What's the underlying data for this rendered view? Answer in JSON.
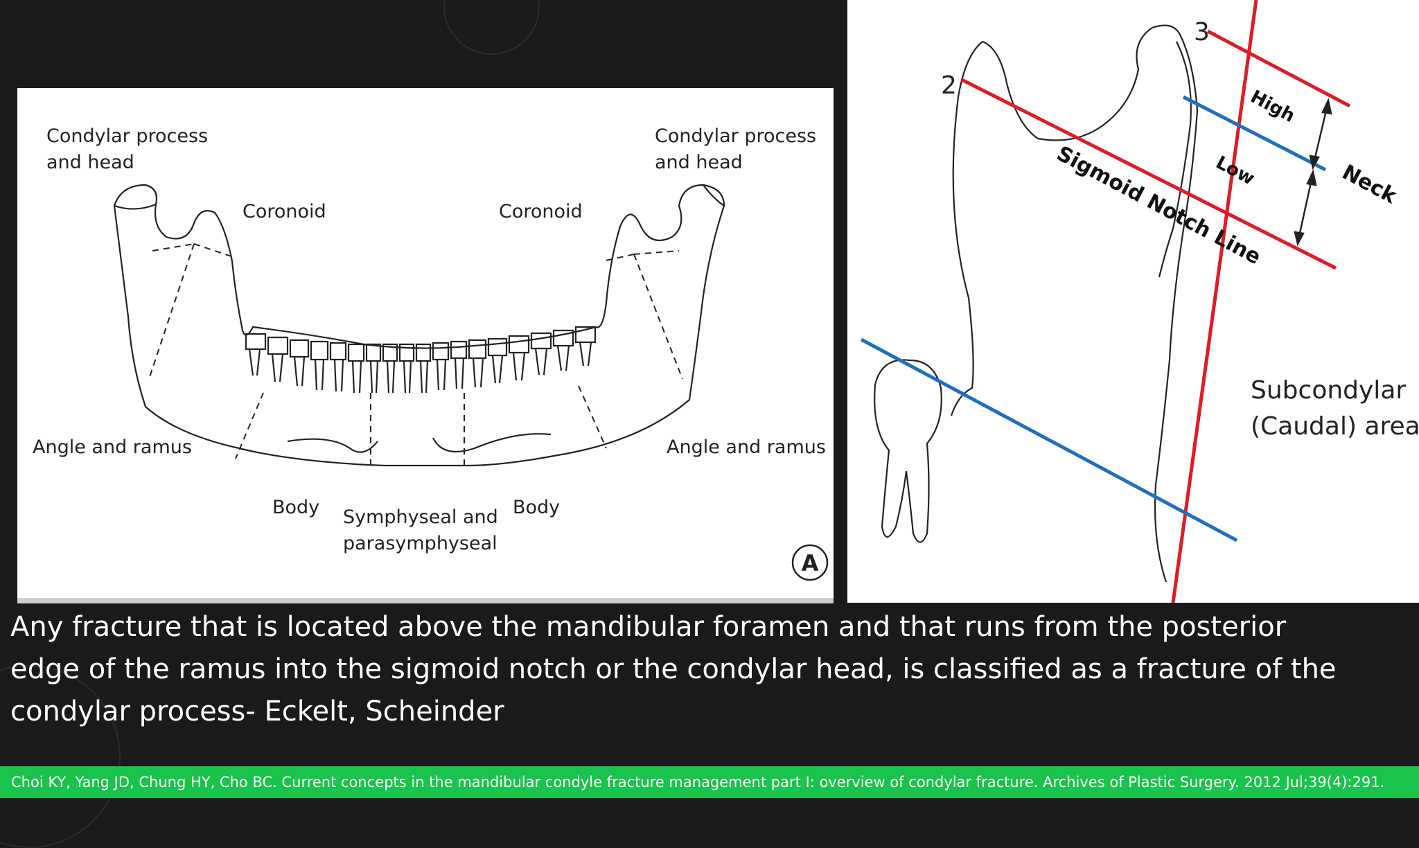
{
  "left_diagram": {
    "labels": {
      "condylar_left": [
        "Condylar process",
        "and head"
      ],
      "condylar_right": [
        "Condylar process",
        "and head"
      ],
      "coronoid_left": "Coronoid",
      "coronoid_right": "Coronoid",
      "angle_left": "Angle and ramus",
      "angle_right": "Angle and ramus",
      "body_left": "Body",
      "body_right": "Body",
      "symphyseal": [
        "Symphyseal and",
        "parasymphyseal"
      ],
      "panel_letter": "A"
    }
  },
  "right_diagram": {
    "labels": {
      "number_2": "2",
      "number_3": "3",
      "high": "High",
      "low": "Low",
      "neck": "Neck",
      "sigmoid_notch_line": "Sigmoid Notch Line",
      "subcondylar": [
        "Subcondylar",
        "(Caudal) area"
      ]
    },
    "colors": {
      "red_line": "#e01b24",
      "blue_line": "#1f6fc1"
    }
  },
  "caption": {
    "lines": [
      "Any fracture that is located above the mandibular foramen and that runs from the posterior",
      "edge of the ramus into the sigmoid notch or the condylar head, is classified as a fracture of the",
      "condylar process- Eckelt, Scheinder"
    ]
  },
  "reference": "Choi KY, Yang JD, Chung HY, Cho BC. Current concepts in the mandibular condyle fracture management part I: overview of condylar fracture. Archives of Plastic Surgery. 2012 Jul;39(4):291.",
  "colors": {
    "background": "#1a191b",
    "reference_bar": "#1ac34c"
  }
}
